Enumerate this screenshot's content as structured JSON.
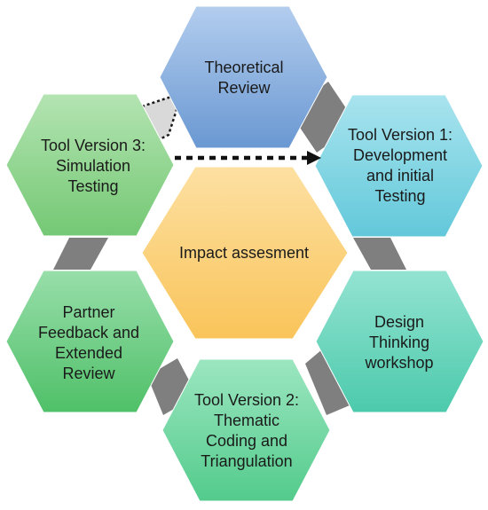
{
  "diagram": {
    "center": {
      "label": "Impact assesment",
      "color": "#fccf72"
    },
    "stages": [
      {
        "id": "theoretical-review",
        "label": "Theoretical\nReview",
        "color": "#8fb4de"
      },
      {
        "id": "tool-version-1",
        "label": "Tool Version 1:\nDevelopment\nand initial\nTesting",
        "color": "#8bd8e4"
      },
      {
        "id": "design-thinking",
        "label": "Design\nThinking\nworkshop",
        "color": "#6fd6c0"
      },
      {
        "id": "tool-version-2",
        "label": "Tool Version 2:\nThematic\nCoding and\nTriangulation",
        "color": "#76d8a6"
      },
      {
        "id": "partner-feedback",
        "label": "Partner\nFeedback and\nExtended\nReview",
        "color": "#71cf88"
      },
      {
        "id": "tool-version-3",
        "label": "Tool Version 3:\nSimulation\nTesting",
        "color": "#92d692"
      }
    ],
    "connector_color": "#7f7f7f",
    "dashed_connector": {
      "from": "tool-version-3",
      "to": "tool-version-1"
    }
  }
}
